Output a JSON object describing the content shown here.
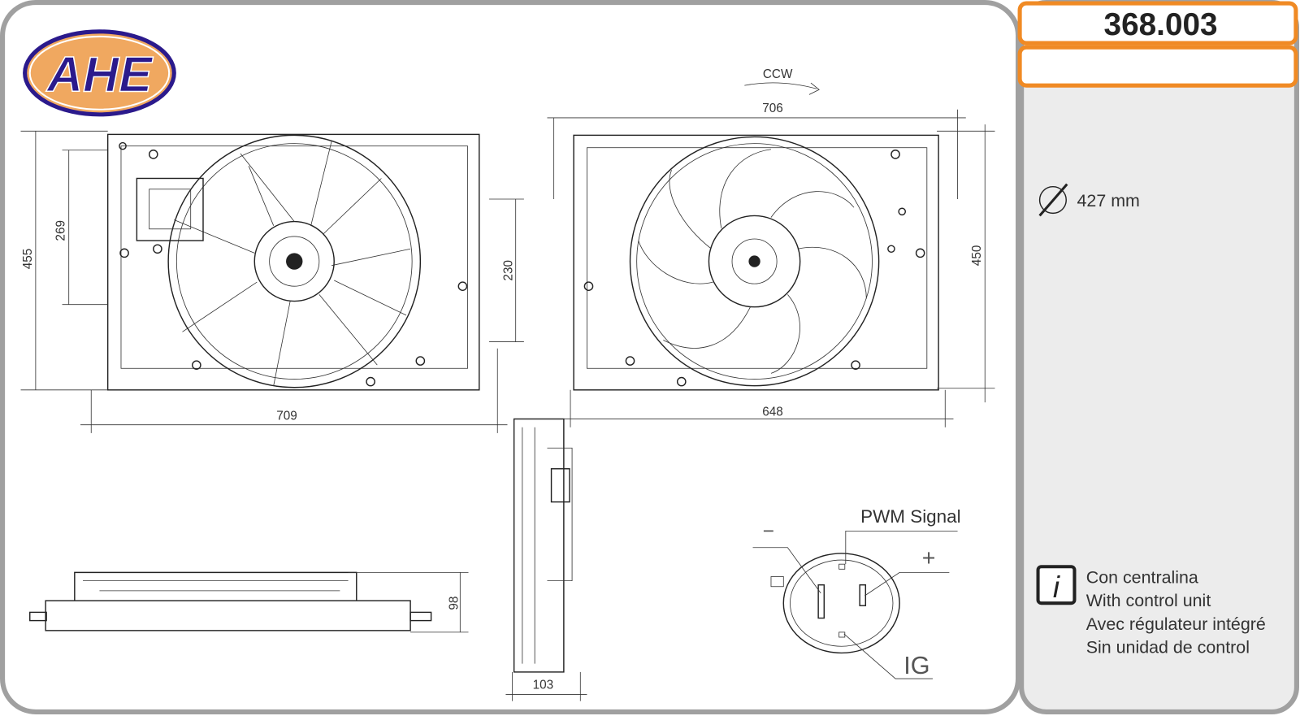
{
  "logo": {
    "text": "AHE"
  },
  "part_number": "368.003",
  "part_subtitle": "",
  "diameter": {
    "icon": "diameter-icon",
    "value": "427 mm"
  },
  "rotation": "CCW",
  "dimensions": {
    "front_height": "455",
    "front_inner_height": "269",
    "front_width": "709",
    "front_side": "230",
    "rear_width_top": "706",
    "rear_width_bottom": "648",
    "rear_height": "450",
    "side_depth_bottom": "98",
    "side_depth": "103"
  },
  "connector": {
    "title": "PWM Signal",
    "minus": "−",
    "plus": "+",
    "ig": "IG"
  },
  "info": {
    "icon": "info-icon",
    "lines": [
      "Con centralina",
      "With control unit",
      "Avec régulateur intégré",
      "Sin unidad de control"
    ]
  },
  "colors": {
    "frame": "#a0a0a0",
    "panel": "#ececec",
    "accent": "#f08a24",
    "logo_blue": "#2b1a8c",
    "logo_orange": "#f0a860"
  }
}
